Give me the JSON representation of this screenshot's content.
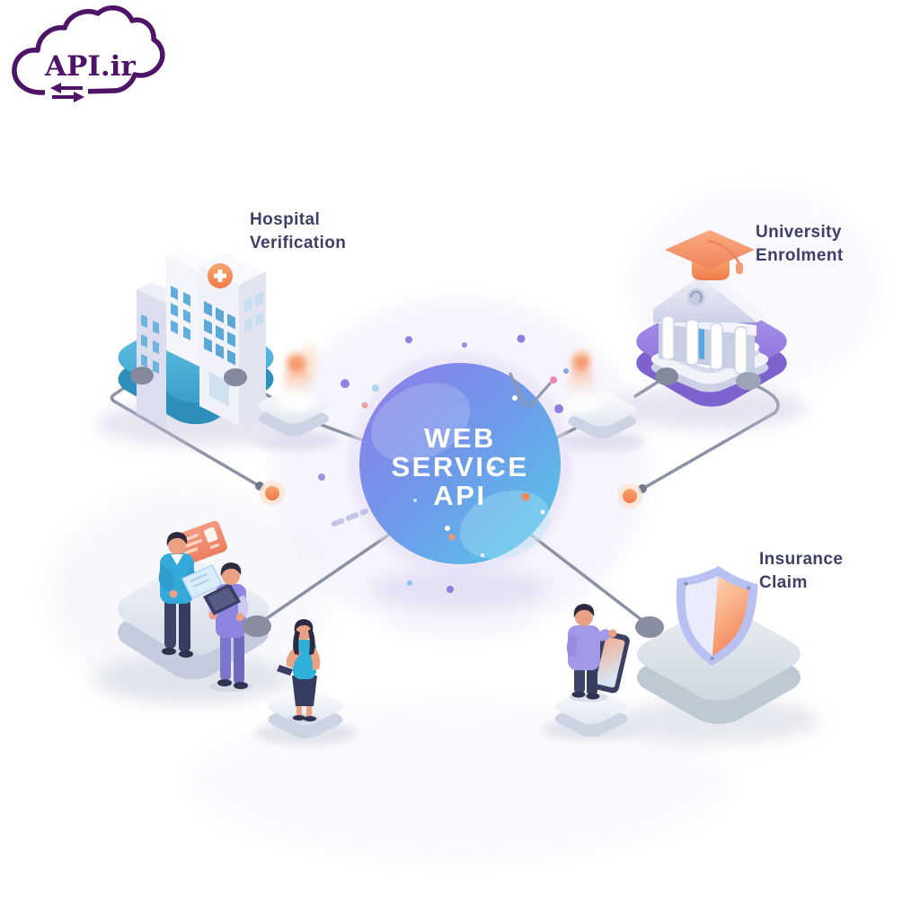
{
  "logo": {
    "text": "API.ir",
    "icon": "cloud-sync-icon",
    "color": "#4d1468"
  },
  "center": {
    "lines": [
      "WEB",
      "SERVICE",
      "API"
    ],
    "icon": "api-sphere-icon",
    "gradient_from": "#8f7ce9",
    "gradient_to": "#52cbe9"
  },
  "nodes": {
    "hospital": {
      "lines": [
        "Hospital",
        "Verification"
      ],
      "icon": "hospital-building-icon",
      "platform_color": "#49b4dd"
    },
    "university": {
      "lines": [
        "University",
        "Enrolment"
      ],
      "icon": "university-building-icon",
      "platform_color": "#9d85e7"
    },
    "insurance": {
      "lines": [
        "Insurance",
        "Claim"
      ],
      "icon": "insurance-shield-icon",
      "platform_color": "#dbe1ea"
    },
    "applicants": {
      "icon": "people-group-icon",
      "platform_color": "#e7ebf3"
    }
  },
  "label_color": "#3d3f66",
  "connector_color": "#8b92a4",
  "accent_orange": "#f58a5c"
}
